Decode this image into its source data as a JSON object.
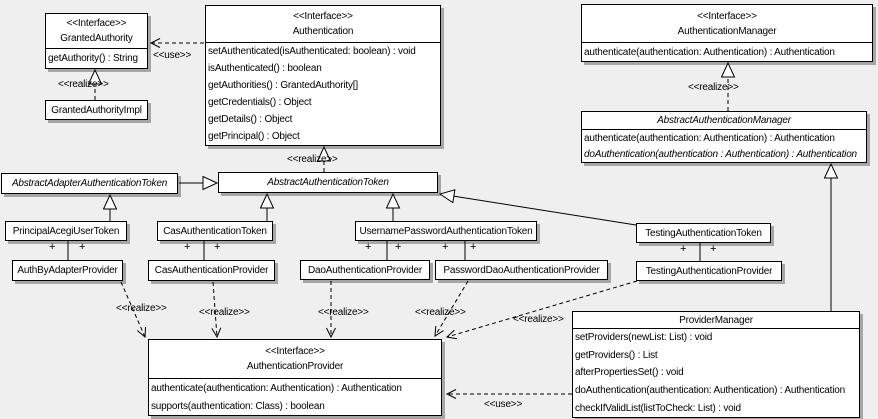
{
  "classes": {
    "granted_authority": {
      "stereotype": "<<Interface>>",
      "name": "GrantedAuthority",
      "methods": [
        "getAuthority() : String"
      ]
    },
    "granted_authority_impl": {
      "name": "GrantedAuthorityImpl"
    },
    "authentication": {
      "stereotype": "<<Interface>>",
      "name": "Authentication",
      "methods": [
        "setAuthenticated(isAuthenticated: boolean) : void",
        "isAuthenticated() : boolean",
        "getAuthorities() : GrantedAuthority[]",
        "getCredentials() : Object",
        "getDetails() : Object",
        "getPrincipal() : Object"
      ]
    },
    "authentication_manager": {
      "stereotype": "<<Interface>>",
      "name": "AuthenticationManager",
      "methods": [
        "authenticate(authentication: Authentication) : Authentication"
      ]
    },
    "abstract_authentication_manager": {
      "name": "AbstractAuthenticationManager",
      "methods": [
        "authenticate(authentication: Authentication) : Authentication",
        "doAuthentication(authentication : Authentication) : Authentication"
      ]
    },
    "abstract_adapter_authentication_token": {
      "name": "AbstractAdapterAuthenticationToken"
    },
    "abstract_authentication_token": {
      "name": "AbstractAuthenticationToken"
    },
    "principal_acegi_user_token": {
      "name": "PrincipalAcegiUserToken"
    },
    "cas_authentication_token": {
      "name": "CasAuthenticationToken"
    },
    "username_password_authentication_token": {
      "name": "UsernamePasswordAuthenticationToken"
    },
    "testing_authentication_token": {
      "name": "TestingAuthenticationToken"
    },
    "auth_by_adapter_provider": {
      "name": "AuthByAdapterProvider"
    },
    "cas_authentication_provider": {
      "name": "CasAuthenticationProvider"
    },
    "dao_authentication_provider": {
      "name": "DaoAuthenticationProvider"
    },
    "password_dao_authentication_provider": {
      "name": "PasswordDaoAuthenticationProvider"
    },
    "testing_authentication_provider": {
      "name": "TestingAuthenticationProvider"
    },
    "authentication_provider": {
      "stereotype": "<<Interface>>",
      "name": "AuthenticationProvider",
      "methods": [
        "authenticate(authentication: Authentication) : Authentication",
        "supports(authentication: Class) : boolean"
      ]
    },
    "provider_manager": {
      "name": "ProviderManager",
      "methods": [
        "setProviders(newList: List) : void",
        "getProviders() : List",
        "afterPropertiesSet() : void",
        "doAuthentication(authentication: Authentication) : Authentication",
        "checkIfValidList(listToCheck: List) : void"
      ]
    }
  },
  "labels": {
    "use": "<<use>>",
    "realize": "<<realize>>",
    "plus": "+"
  },
  "colors": {
    "background": "#efefef",
    "box_fill": "#ffffff",
    "line": "#000000",
    "shadow": "#a6a6a6"
  }
}
